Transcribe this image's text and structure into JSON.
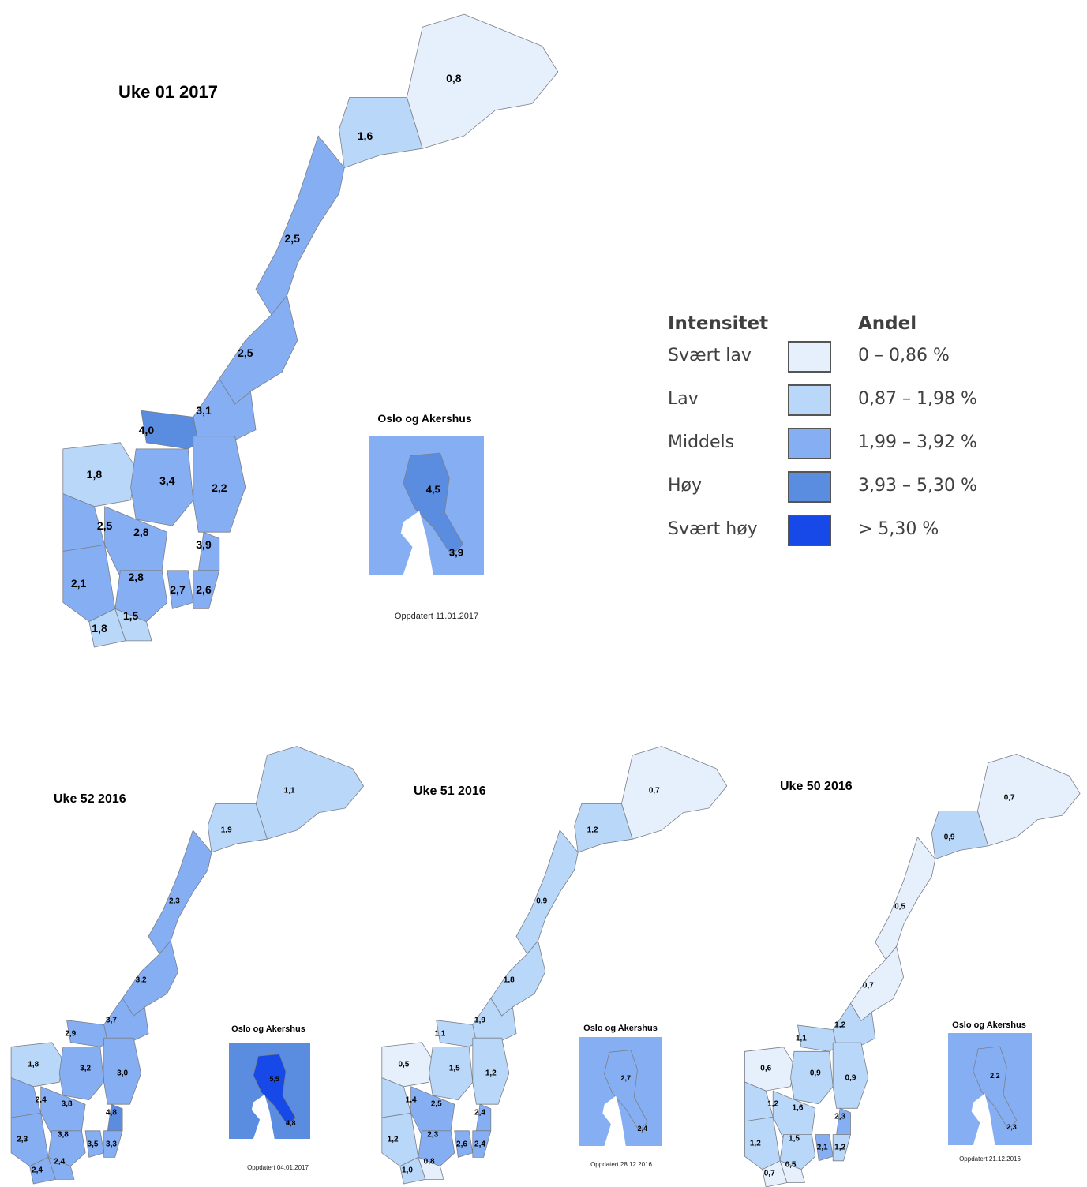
{
  "colors": {
    "very_low": "#e6f0fc",
    "low": "#b9d7f8",
    "medium": "#86aff3",
    "high": "#5a8de0",
    "very_high": "#1649e8",
    "border": "#7a7f88"
  },
  "maps": [
    {
      "title": "Uke 01 2017",
      "updated": "Oppdatert 11.01.2017",
      "inset_title": "Oslo og Akershus",
      "inset_values": [
        {
          "value": "4,5",
          "level": "high"
        },
        {
          "value": "3,9",
          "level": "medium"
        }
      ],
      "regions": [
        {
          "value": "0,8",
          "level": "very_low"
        },
        {
          "value": "1,6",
          "level": "low"
        },
        {
          "value": "2,5",
          "level": "medium"
        },
        {
          "value": "2,5",
          "level": "medium"
        },
        {
          "value": "3,1",
          "level": "medium"
        },
        {
          "value": "4,0",
          "level": "high"
        },
        {
          "value": "1,8",
          "level": "low"
        },
        {
          "value": "3,4",
          "level": "medium"
        },
        {
          "value": "2,2",
          "level": "medium"
        },
        {
          "value": "2,5",
          "level": "medium"
        },
        {
          "value": "2,8",
          "level": "medium"
        },
        {
          "value": "3,9",
          "level": "medium"
        },
        {
          "value": "2,8",
          "level": "medium"
        },
        {
          "value": "2,7",
          "level": "medium"
        },
        {
          "value": "2,6",
          "level": "medium"
        },
        {
          "value": "2,1",
          "level": "medium"
        },
        {
          "value": "1,8",
          "level": "low"
        },
        {
          "value": "1,5",
          "level": "low"
        }
      ]
    },
    {
      "title": "Uke 52 2016",
      "updated": "Oppdatert 04.01.2017",
      "inset_title": "Oslo og Akershus",
      "inset_values": [
        {
          "value": "5,5",
          "level": "very_high"
        },
        {
          "value": "4,8",
          "level": "high"
        }
      ],
      "regions": [
        {
          "value": "1,1",
          "level": "low"
        },
        {
          "value": "1,9",
          "level": "low"
        },
        {
          "value": "2,3",
          "level": "medium"
        },
        {
          "value": "3,2",
          "level": "medium"
        },
        {
          "value": "3,7",
          "level": "medium"
        },
        {
          "value": "2,9",
          "level": "medium"
        },
        {
          "value": "1,8",
          "level": "low"
        },
        {
          "value": "3,2",
          "level": "medium"
        },
        {
          "value": "3,0",
          "level": "medium"
        },
        {
          "value": "2,4",
          "level": "medium"
        },
        {
          "value": "3,8",
          "level": "medium"
        },
        {
          "value": "4,8",
          "level": "high"
        },
        {
          "value": "3,8",
          "level": "medium"
        },
        {
          "value": "3,5",
          "level": "medium"
        },
        {
          "value": "3,3",
          "level": "medium"
        },
        {
          "value": "2,3",
          "level": "medium"
        },
        {
          "value": "2,4",
          "level": "medium"
        },
        {
          "value": "2,4",
          "level": "medium"
        }
      ]
    },
    {
      "title": "Uke 51 2016",
      "updated": "Oppdatert 28.12.2016",
      "inset_title": "Oslo og Akershus",
      "inset_values": [
        {
          "value": "2,7",
          "level": "medium"
        },
        {
          "value": "2,4",
          "level": "medium"
        }
      ],
      "regions": [
        {
          "value": "0,7",
          "level": "very_low"
        },
        {
          "value": "1,2",
          "level": "low"
        },
        {
          "value": "0,9",
          "level": "low"
        },
        {
          "value": "1,8",
          "level": "low"
        },
        {
          "value": "1,9",
          "level": "low"
        },
        {
          "value": "1,1",
          "level": "low"
        },
        {
          "value": "0,5",
          "level": "very_low"
        },
        {
          "value": "1,5",
          "level": "low"
        },
        {
          "value": "1,2",
          "level": "low"
        },
        {
          "value": "1,4",
          "level": "low"
        },
        {
          "value": "2,5",
          "level": "medium"
        },
        {
          "value": "2,4",
          "level": "medium"
        },
        {
          "value": "2,3",
          "level": "medium"
        },
        {
          "value": "2,6",
          "level": "medium"
        },
        {
          "value": "2,4",
          "level": "medium"
        },
        {
          "value": "1,2",
          "level": "low"
        },
        {
          "value": "1,0",
          "level": "low"
        },
        {
          "value": "0,8",
          "level": "very_low"
        }
      ]
    },
    {
      "title": "Uke 50 2016",
      "updated": "Oppdatert 21.12.2016",
      "inset_title": "Oslo og Akershus",
      "inset_values": [
        {
          "value": "2,2",
          "level": "medium"
        },
        {
          "value": "2,3",
          "level": "medium"
        }
      ],
      "regions": [
        {
          "value": "0,7",
          "level": "very_low"
        },
        {
          "value": "0,9",
          "level": "low"
        },
        {
          "value": "0,5",
          "level": "very_low"
        },
        {
          "value": "0,7",
          "level": "very_low"
        },
        {
          "value": "1,2",
          "level": "low"
        },
        {
          "value": "1,1",
          "level": "low"
        },
        {
          "value": "0,6",
          "level": "very_low"
        },
        {
          "value": "0,9",
          "level": "low"
        },
        {
          "value": "0,9",
          "level": "low"
        },
        {
          "value": "1,2",
          "level": "low"
        },
        {
          "value": "1,6",
          "level": "low"
        },
        {
          "value": "2,3",
          "level": "medium"
        },
        {
          "value": "1,5",
          "level": "low"
        },
        {
          "value": "2,1",
          "level": "medium"
        },
        {
          "value": "1,2",
          "level": "low"
        },
        {
          "value": "1,2",
          "level": "low"
        },
        {
          "value": "0,7",
          "level": "very_low"
        },
        {
          "value": "0,5",
          "level": "very_low"
        }
      ]
    }
  ],
  "legend": {
    "col_intensity": "Intensitet",
    "col_share": "Andel",
    "rows": [
      {
        "name": "Svært lav",
        "range": "0 – 0,86 %",
        "level": "very_low"
      },
      {
        "name": "Lav",
        "range": "0,87 – 1,98 %",
        "level": "low"
      },
      {
        "name": "Middels",
        "range": "1,99 – 3,92 %",
        "level": "medium"
      },
      {
        "name": "Høy",
        "range": "3,93 – 5,30 %",
        "level": "high"
      },
      {
        "name": "Svært høy",
        "range": "> 5,30 %",
        "level": "very_high"
      }
    ]
  }
}
